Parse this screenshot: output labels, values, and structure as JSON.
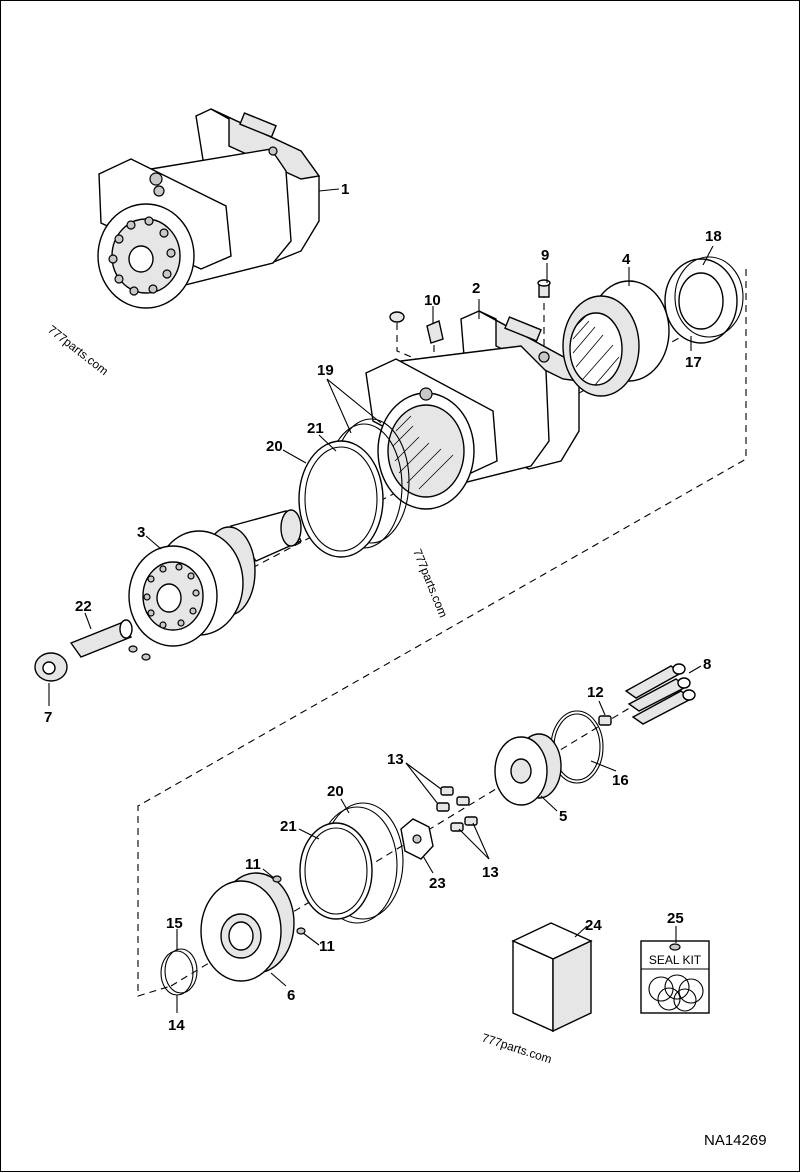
{
  "figure_id": "NA14269",
  "watermarks": [
    "777parts.com",
    "777parts.com",
    "777parts.com"
  ],
  "seal_kit_label": "SEAL KIT",
  "callouts": [
    "1",
    "2",
    "3",
    "4",
    "5",
    "6",
    "7",
    "8",
    "9",
    "10",
    "11",
    "11",
    "12",
    "13",
    "13",
    "14",
    "15",
    "16",
    "17",
    "18",
    "19",
    "20",
    "20",
    "21",
    "21",
    "22",
    "23",
    "24",
    "25"
  ]
}
